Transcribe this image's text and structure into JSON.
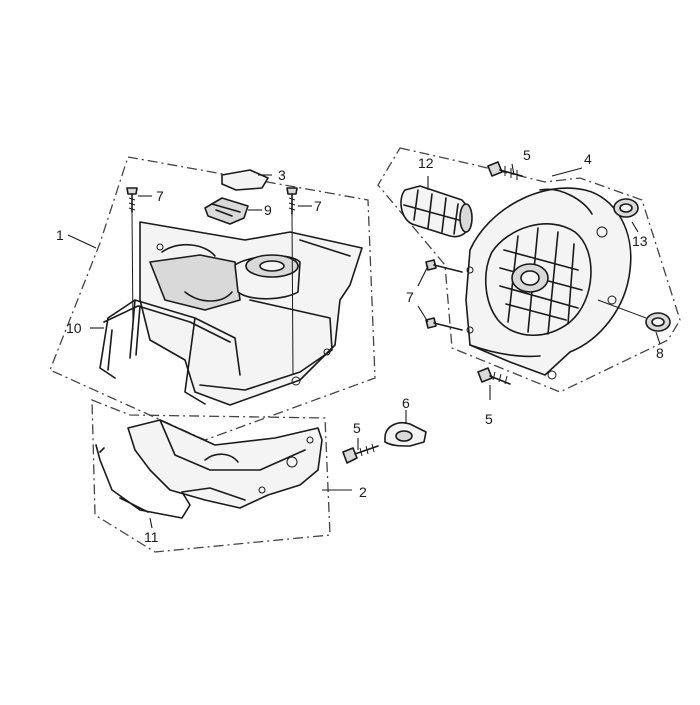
{
  "callouts": {
    "c1": "1",
    "c2": "2",
    "c3": "3",
    "c4": "4",
    "c5a": "5",
    "c5b": "5",
    "c5c": "5",
    "c6": "6",
    "c7a": "7",
    "c7b": "7",
    "c7c": "7",
    "c8": "8",
    "c9": "9",
    "c10": "10",
    "c11": "11",
    "c12": "12",
    "c13": "13"
  }
}
